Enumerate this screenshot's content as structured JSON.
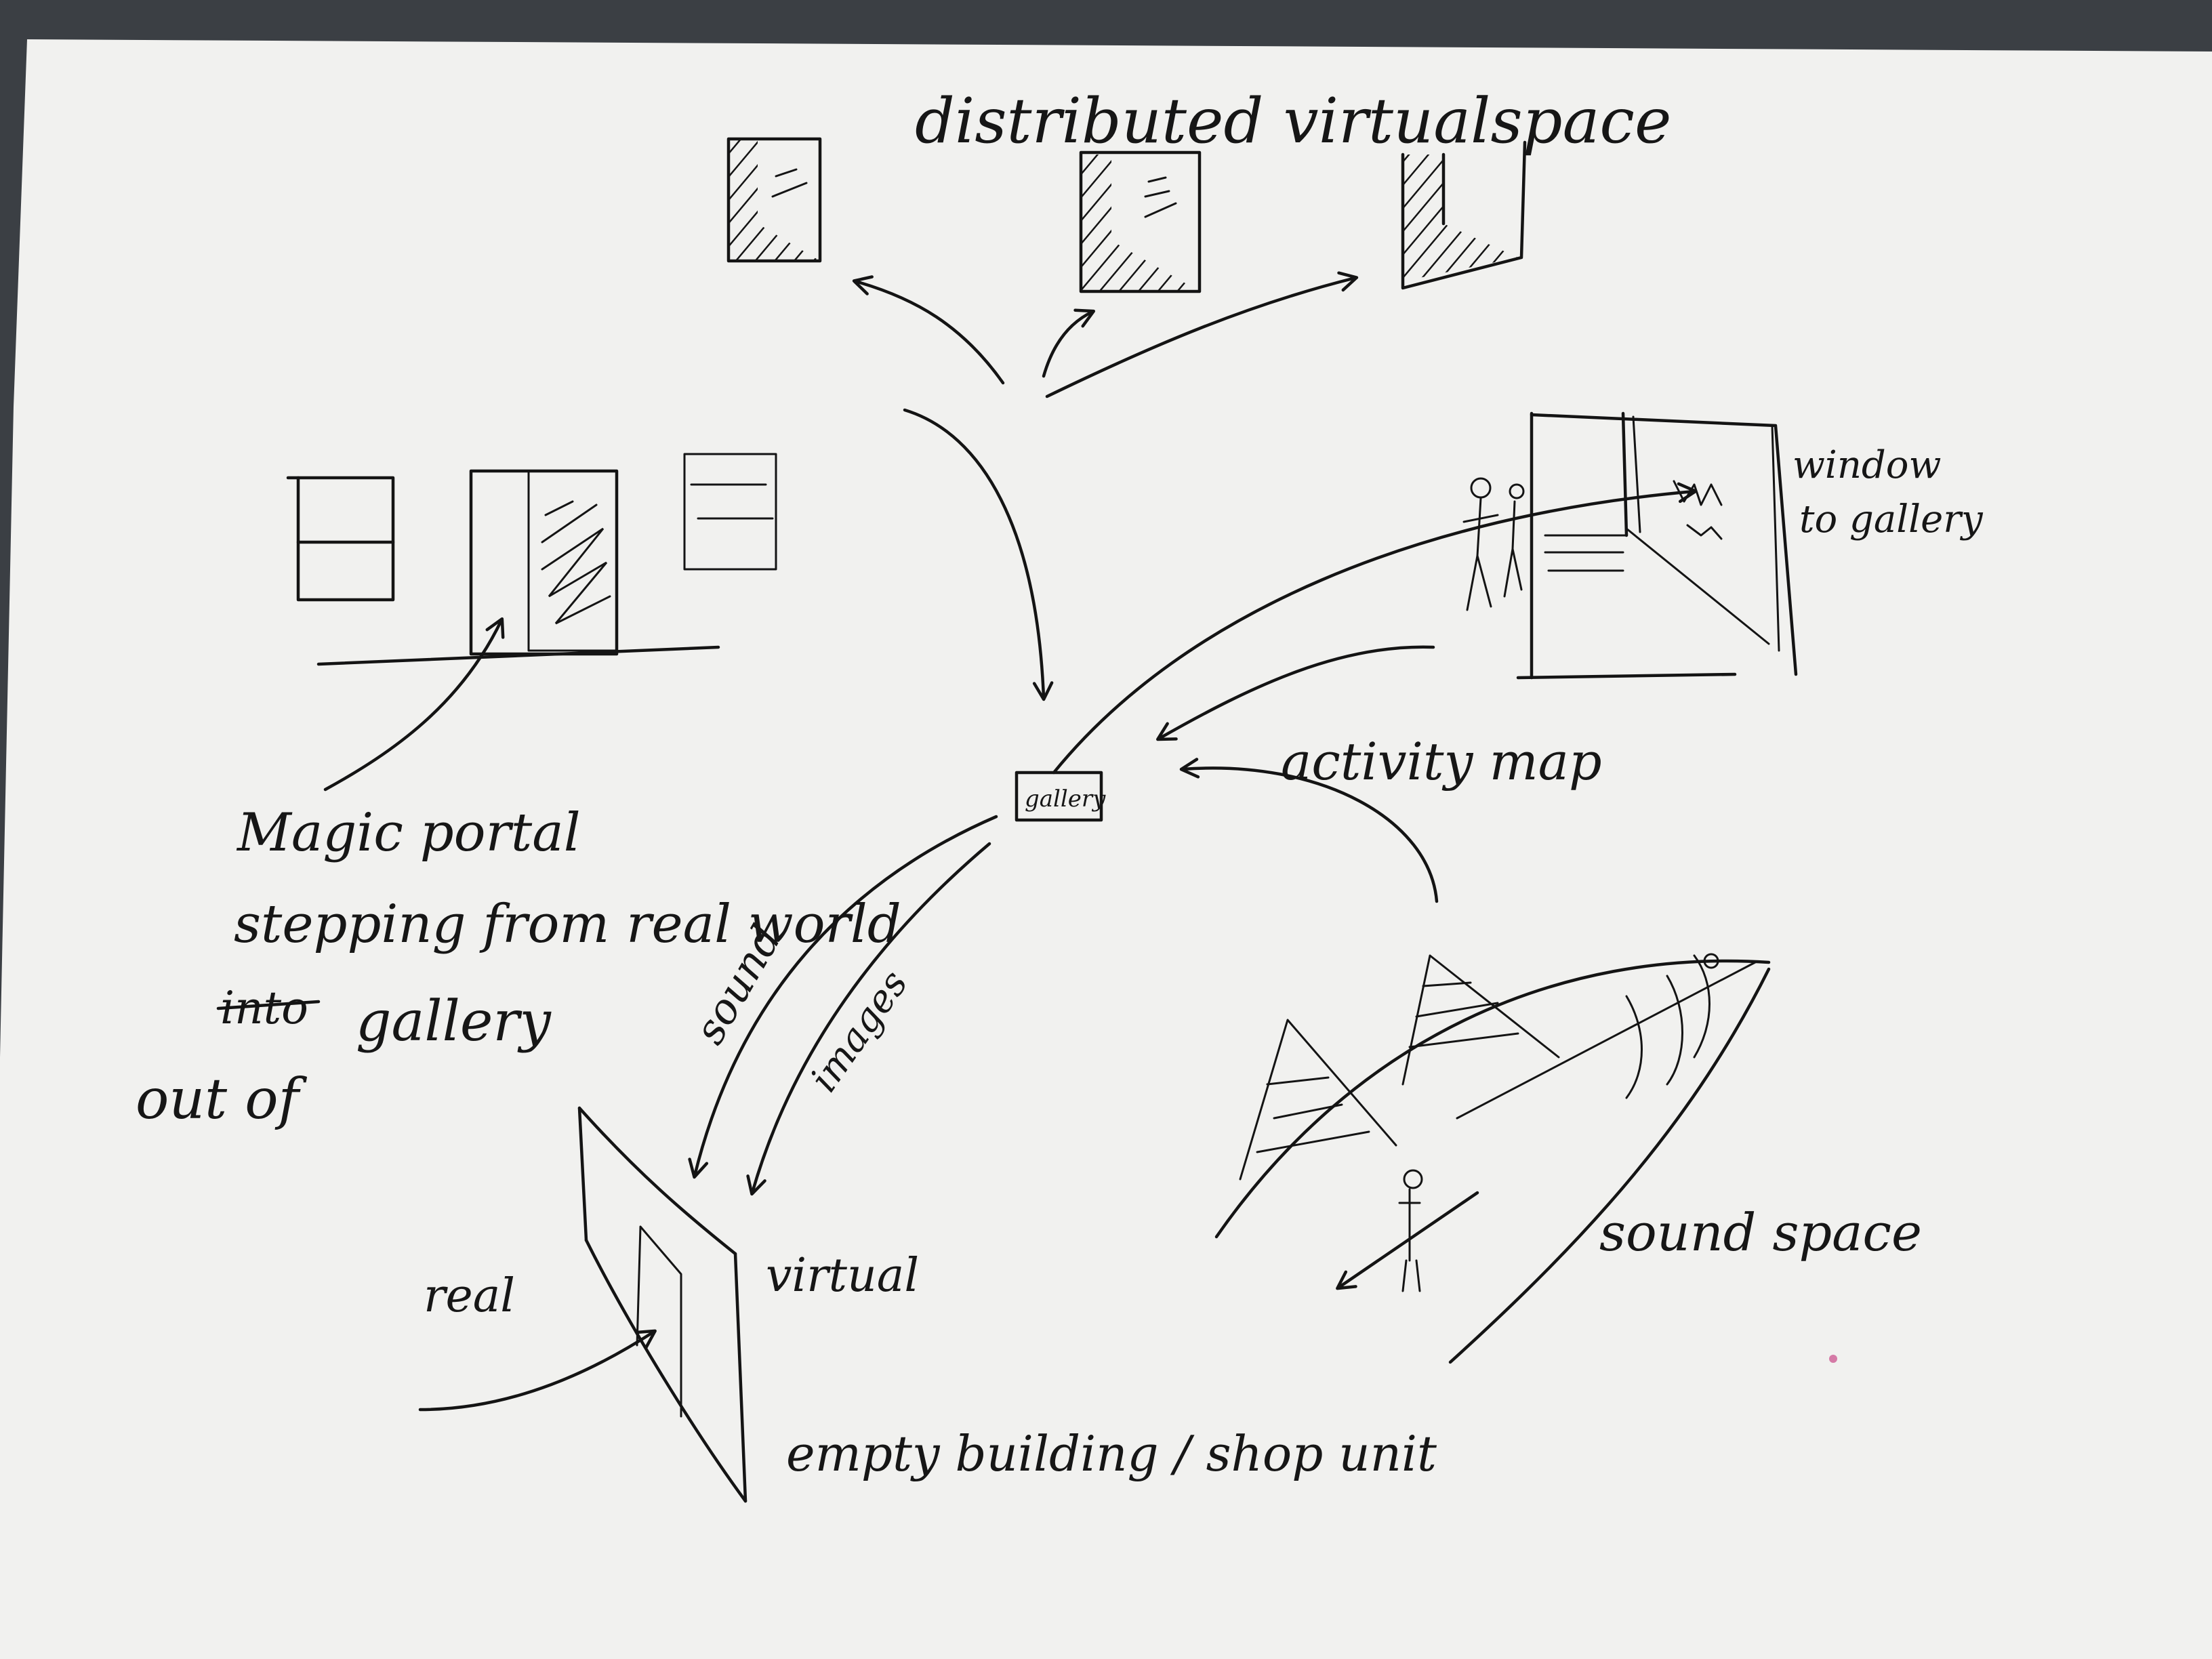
{
  "labels": {
    "title": "distributed virtualspace",
    "window_line1": "window",
    "window_line2": "to gallery",
    "gallery_box": "gallery",
    "activity_map": "activity map",
    "magic_portal": "Magic portal",
    "stepping": "stepping from real world",
    "struck_word": "into",
    "gallery_word": "gallery",
    "out_of": "out of",
    "sound": "sound",
    "images": "images",
    "real": "real",
    "virtual": "virtual",
    "empty_building": "empty building / shop unit",
    "sound_space": "sound space"
  },
  "colors": {
    "paper": "#f1f1ef",
    "ink": "#141414",
    "desk": "#3b3f44",
    "pink_dot": "#d57aa6"
  }
}
